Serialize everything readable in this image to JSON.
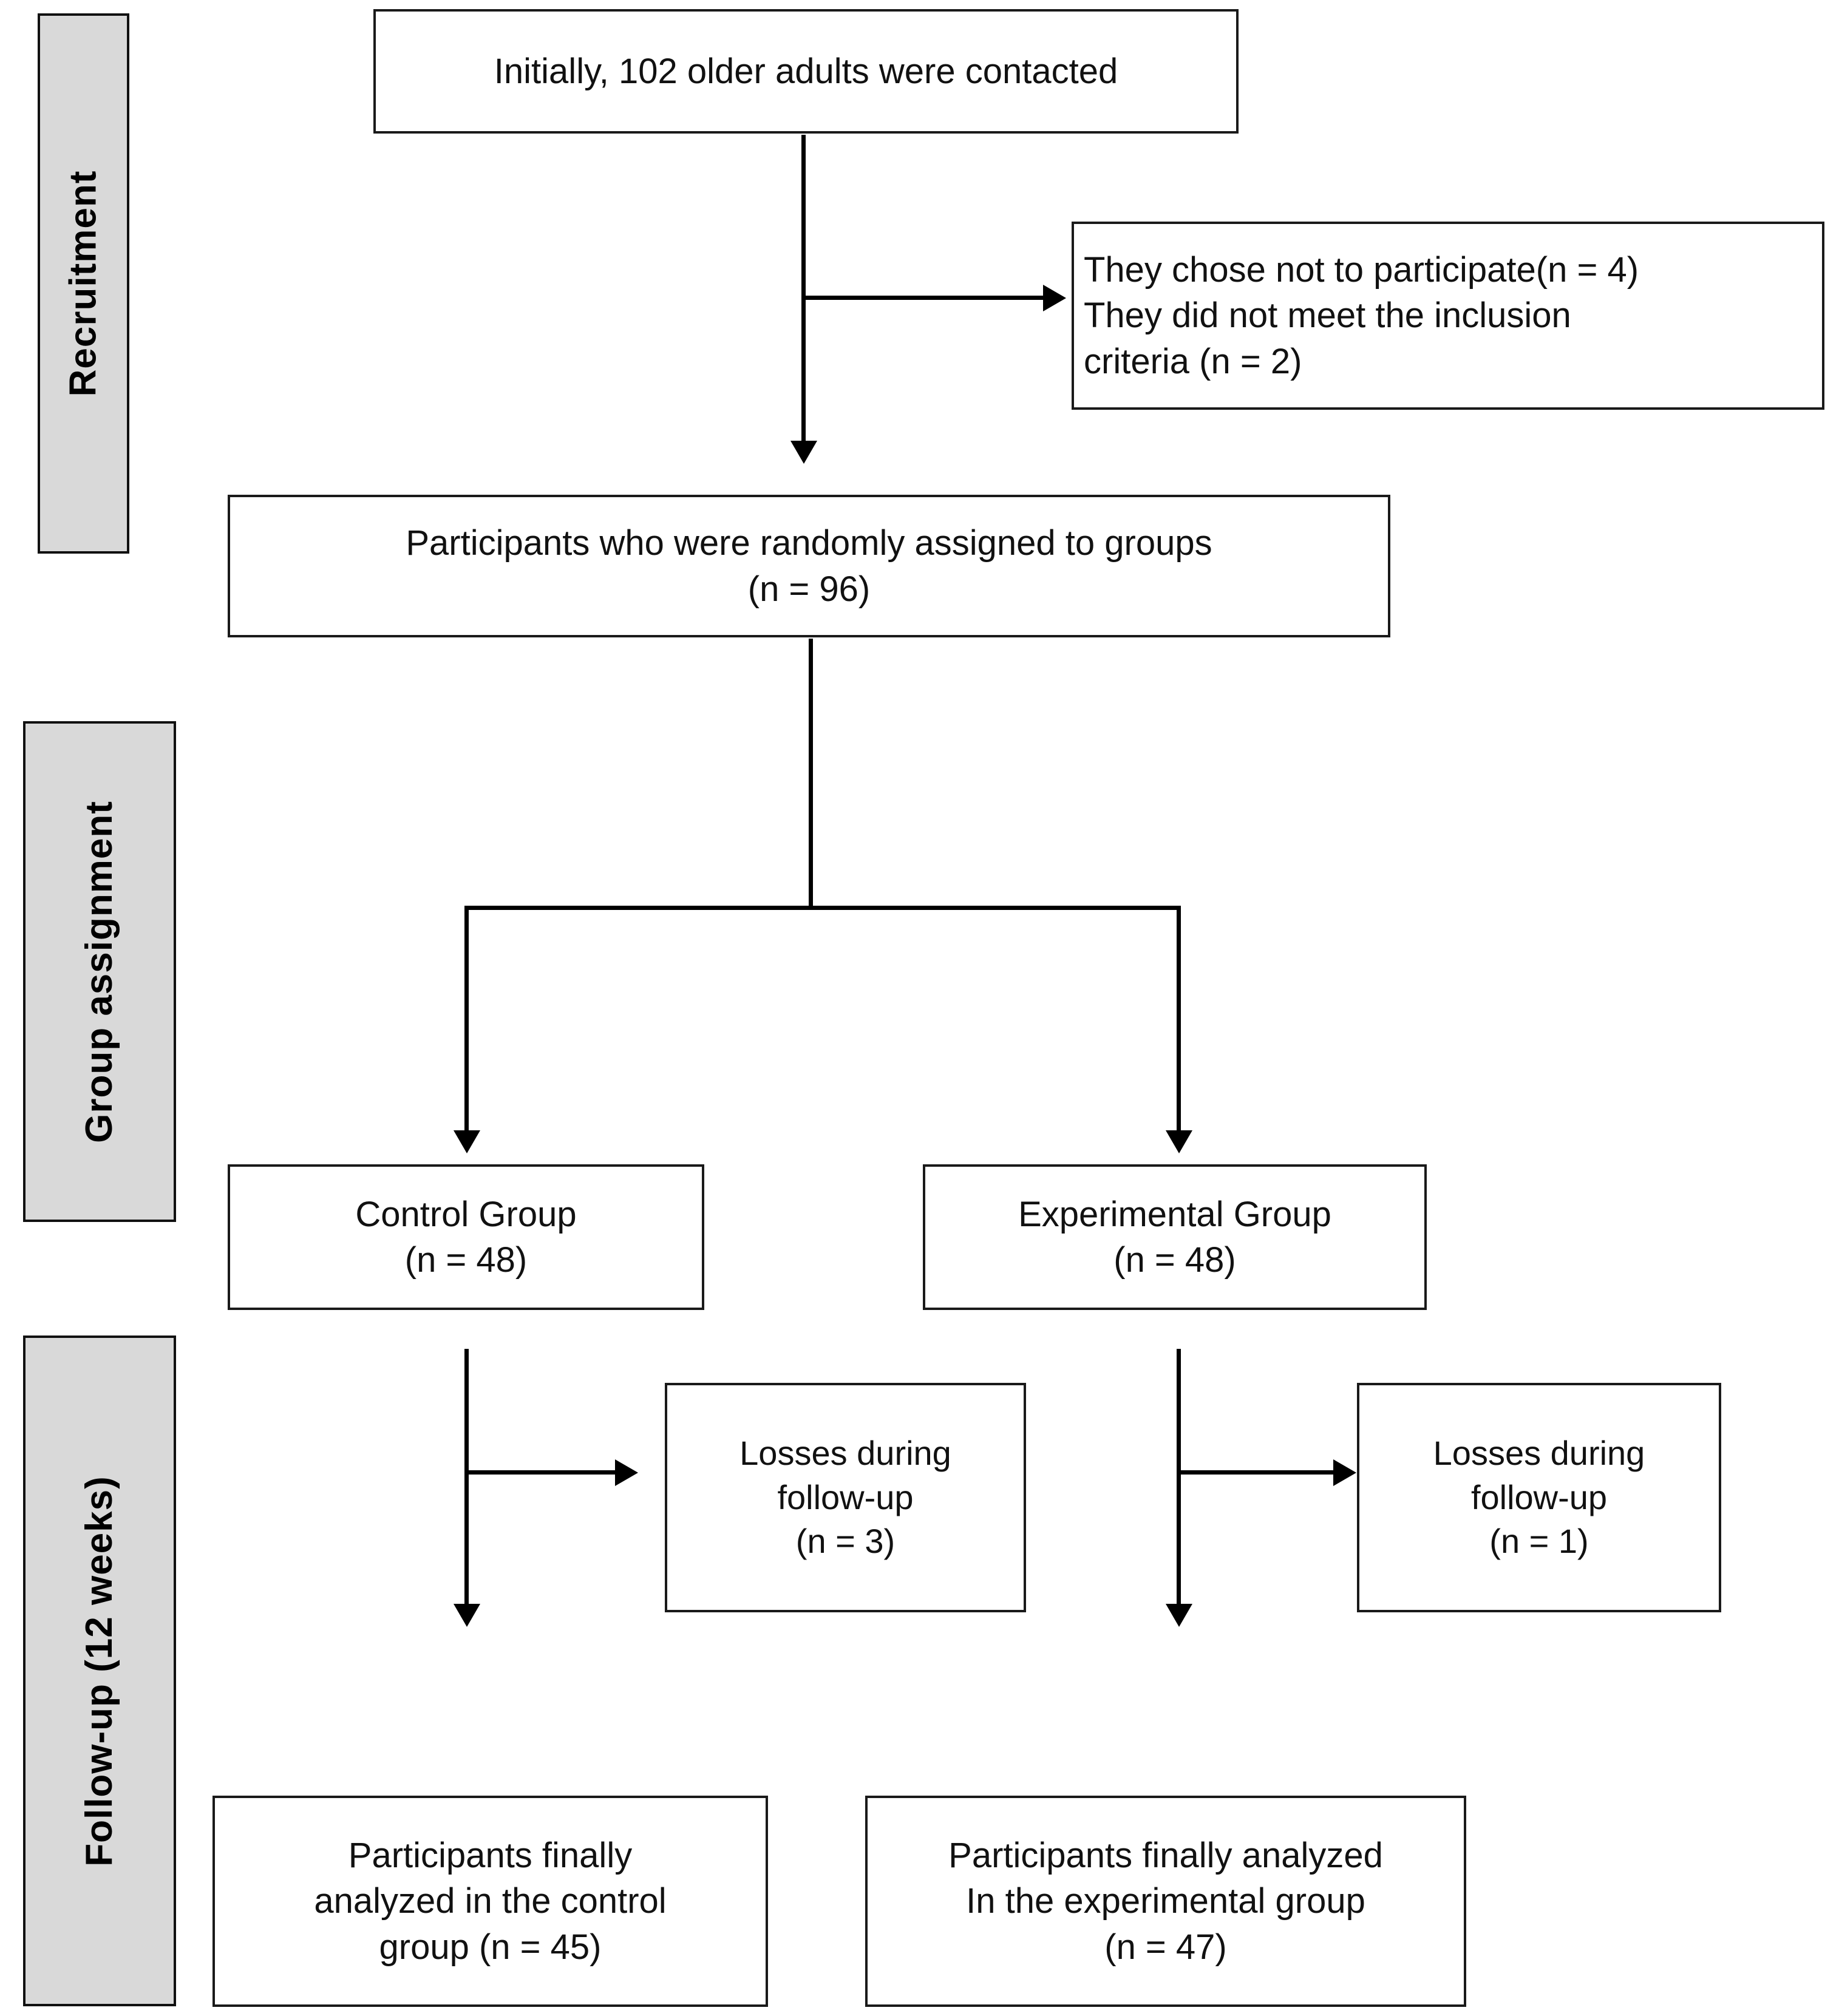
{
  "diagram": {
    "title": "CONSORT participant flow diagram",
    "type": "flowchart",
    "background_color": "#ffffff",
    "box_border_color": "#1a1a1a",
    "phase_bar_fill": "#d9d9d9"
  },
  "phases": [
    {
      "id": "recruitment",
      "label": "Recruitment"
    },
    {
      "id": "group-assignment",
      "label": "Group assignment"
    },
    {
      "id": "follow-up",
      "label": "Follow-up (12 weeks)"
    }
  ],
  "nodes": {
    "contacted": {
      "text": "Initially,  102 older adults were contacted",
      "n": 102
    },
    "excluded": {
      "text": "They chose not to participate(n = 4)\nThey did not meet the inclusion\ncriteria (n = 2)",
      "n_declined": 4,
      "n_ineligible": 2
    },
    "randomized": {
      "text": "Participants who were randomly assigned to groups\n(n = 96)",
      "n": 96
    },
    "control_group": {
      "text": "Control Group\n(n = 48)",
      "n": 48
    },
    "experimental_group": {
      "text": "Experimental Group\n(n = 48)",
      "n": 48
    },
    "losses_control": {
      "text": "Losses during\nfollow-up\n(n = 3)",
      "n": 3
    },
    "losses_experimental": {
      "text": "Losses during\nfollow-up\n(n = 1)",
      "n": 1
    },
    "analyzed_control": {
      "text": "Participants finally\nanalyzed in the control\ngroup  (n = 45)",
      "n": 45
    },
    "analyzed_experimental": {
      "text": "Participants finally analyzed\nIn the experimental group\n(n = 47)",
      "n": 47
    }
  }
}
